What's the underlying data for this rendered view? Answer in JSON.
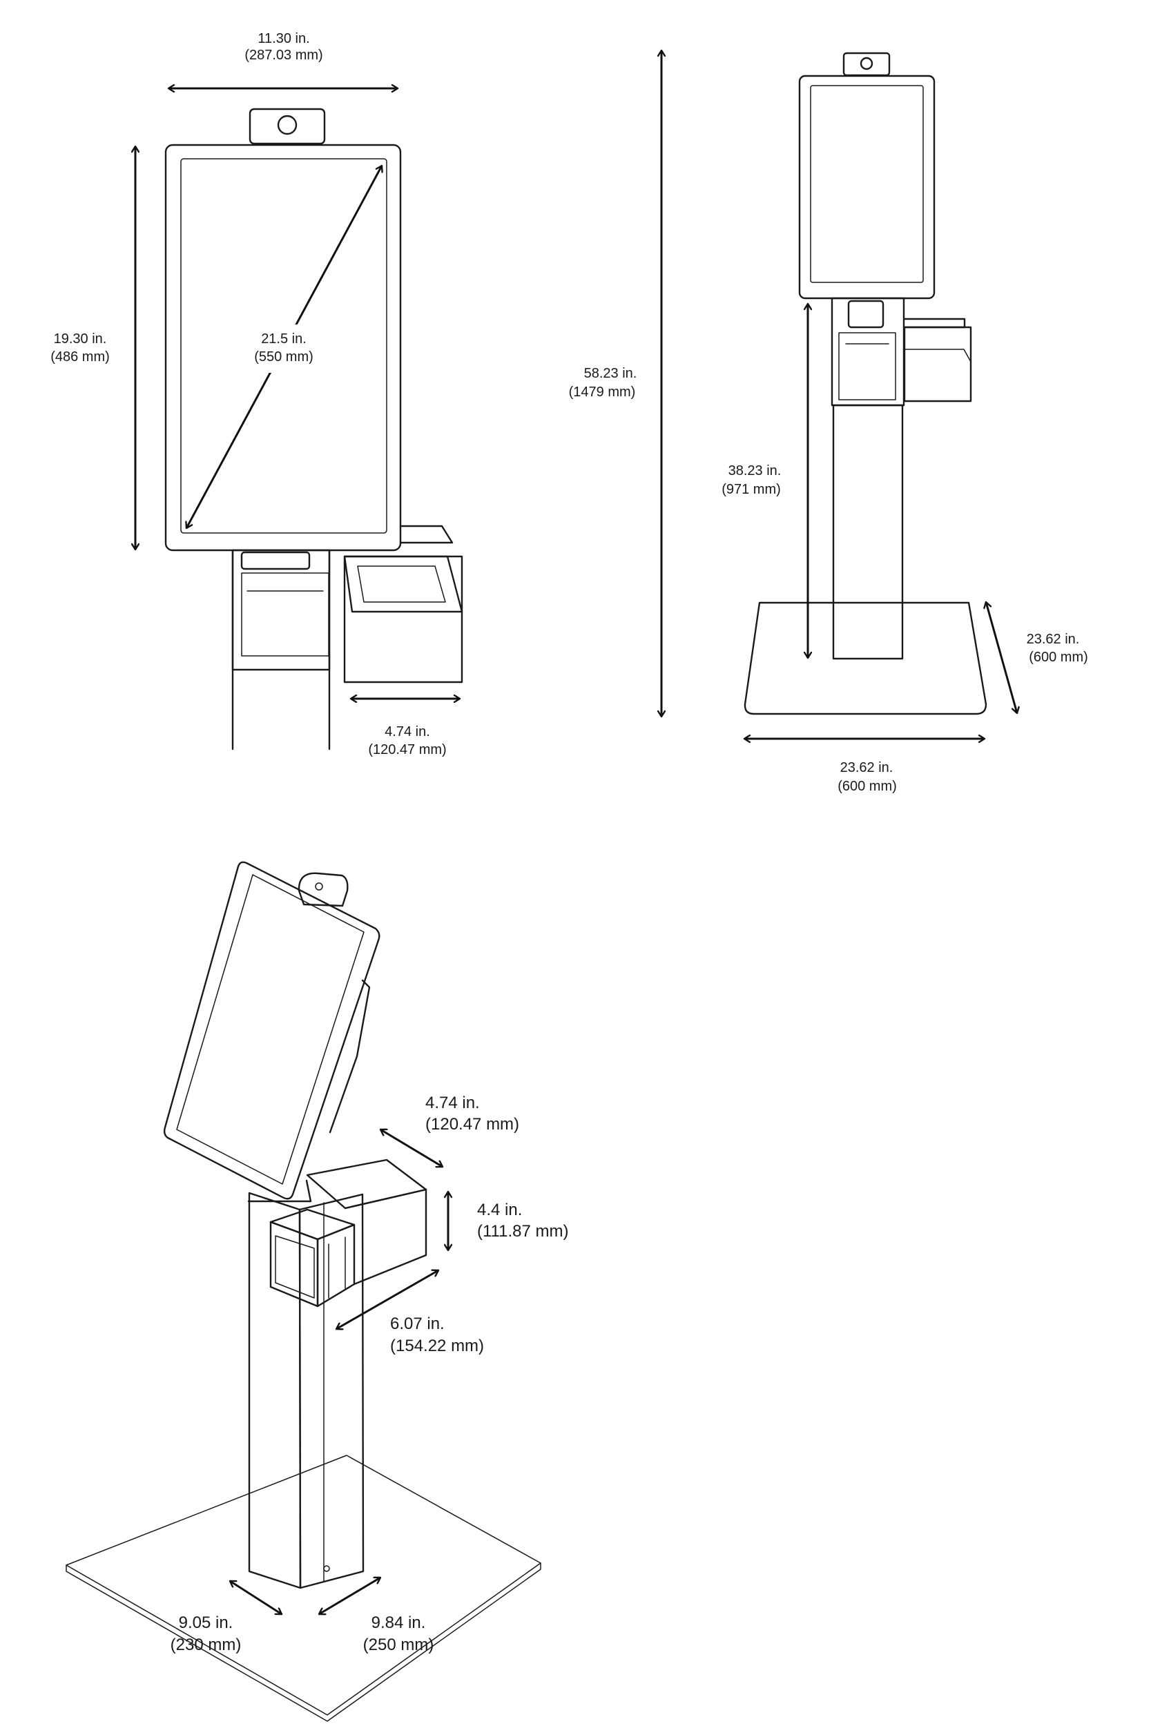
{
  "colors": {
    "line": "#1a1a1a",
    "background": "#ffffff"
  },
  "front_view": {
    "width": {
      "in": "11.30 in.",
      "mm": "(287.03 mm)"
    },
    "height": {
      "in": "19.30 in.",
      "mm": "(486 mm)"
    },
    "diagonal": {
      "in": "21.5 in.",
      "mm": "(550 mm)"
    },
    "printer_width": {
      "in": "4.74 in.",
      "mm": "(120.47 mm)"
    }
  },
  "side_view": {
    "total_height": {
      "in": "58.23 in.",
      "mm": "(1479 mm)"
    },
    "counter_height": {
      "in": "38.23 in.",
      "mm": "(971 mm)"
    },
    "base_depth": {
      "in": "23.62 in.",
      "mm": "(600 mm)"
    },
    "base_width": {
      "in": "23.62 in.",
      "mm": "(600 mm)"
    }
  },
  "iso_view": {
    "printer_width": {
      "in": "4.74 in.",
      "mm": "(120.47 mm)"
    },
    "printer_height": {
      "in": "4.4 in.",
      "mm": "(111.87 mm)"
    },
    "printer_depth": {
      "in": "6.07 in.",
      "mm": "(154.22 mm)"
    },
    "column_depth": {
      "in": "9.05 in.",
      "mm": "(230 mm)"
    },
    "column_width": {
      "in": "9.84 in.",
      "mm": "(250 mm)"
    }
  }
}
